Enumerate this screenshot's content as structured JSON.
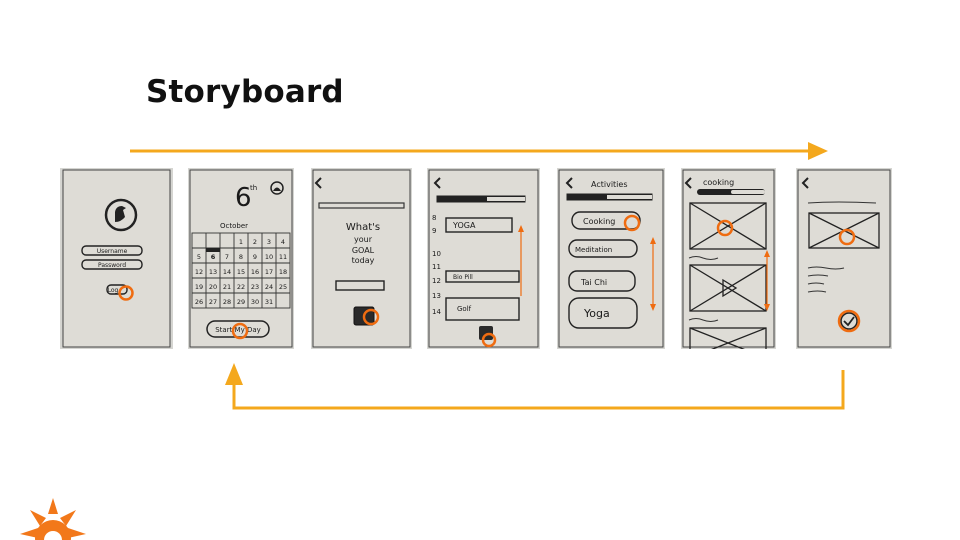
{
  "slide": {
    "title": "Storyboard",
    "accent_color": "#f4a81d",
    "highlight_color": "#ef6c11"
  },
  "frames": [
    {
      "name": "login",
      "fields": [
        "Username",
        "Password"
      ],
      "button": "Log"
    },
    {
      "name": "calendar",
      "day": "6",
      "day_suffix": "th",
      "month": "October",
      "rows": [
        [
          "",
          "",
          "",
          "1",
          "2",
          "3",
          "4"
        ],
        [
          "5",
          "6",
          "7",
          "8",
          "9",
          "10",
          "11"
        ],
        [
          "12",
          "13",
          "14",
          "15",
          "16",
          "17",
          "18"
        ],
        [
          "19",
          "20",
          "21",
          "22",
          "23",
          "24",
          "25"
        ],
        [
          "26",
          "27",
          "28",
          "29",
          "30",
          "31",
          ""
        ]
      ],
      "button": "Start My Day"
    },
    {
      "name": "goal",
      "question": [
        "What's",
        "your",
        "GOAL",
        "today"
      ]
    },
    {
      "name": "schedule",
      "hours": [
        "8",
        "9",
        "10",
        "11",
        "12",
        "13",
        "14"
      ],
      "items": [
        "YOGA",
        "Bio Pill",
        "Golf"
      ]
    },
    {
      "name": "activities",
      "header": "Activities",
      "items": [
        "Cooking",
        "Meditation",
        "Tai Chi",
        "Yoga"
      ]
    },
    {
      "name": "cooking",
      "header": "cooking"
    },
    {
      "name": "video"
    }
  ]
}
